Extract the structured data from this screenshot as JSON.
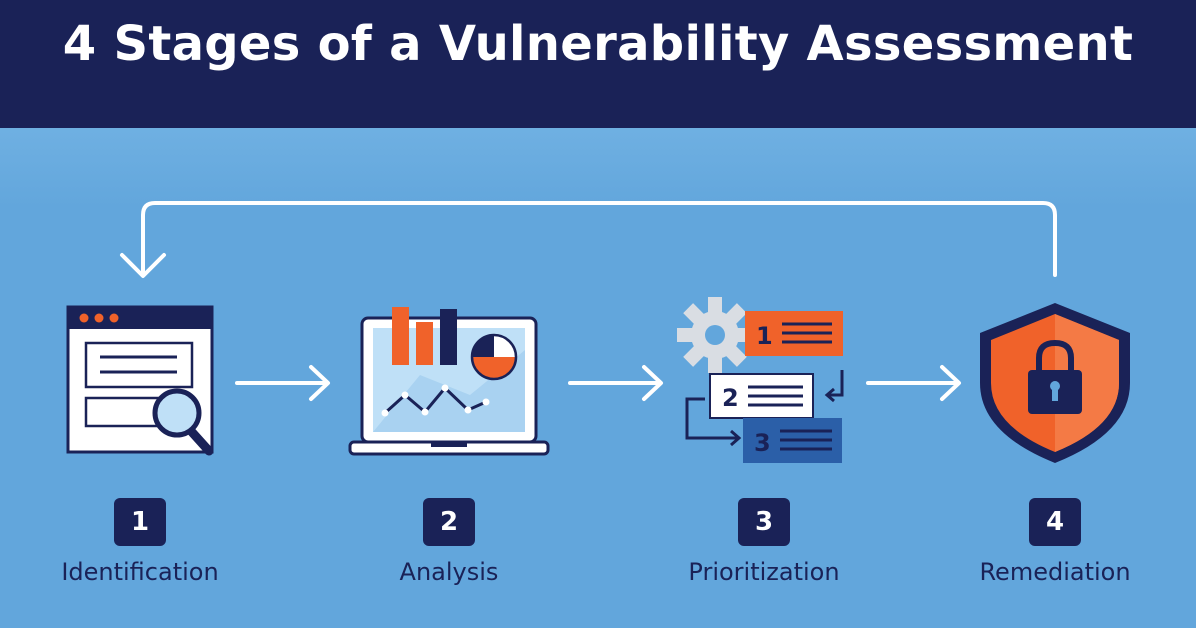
{
  "title": "4 Stages of a Vulnerability Assessment",
  "colors": {
    "navy": "#1a2257",
    "sky": "#62a6dc",
    "orange": "#f0622a",
    "white": "#ffffff"
  },
  "stages": [
    {
      "number": "1",
      "label": "Identification",
      "icon": "browser-magnifier-icon"
    },
    {
      "number": "2",
      "label": "Analysis",
      "icon": "laptop-chart-icon"
    },
    {
      "number": "3",
      "label": "Prioritization",
      "icon": "gear-ranked-list-icon"
    },
    {
      "number": "4",
      "label": "Remediation",
      "icon": "shield-lock-icon"
    }
  ],
  "priority_items": [
    "1",
    "2",
    "3"
  ]
}
